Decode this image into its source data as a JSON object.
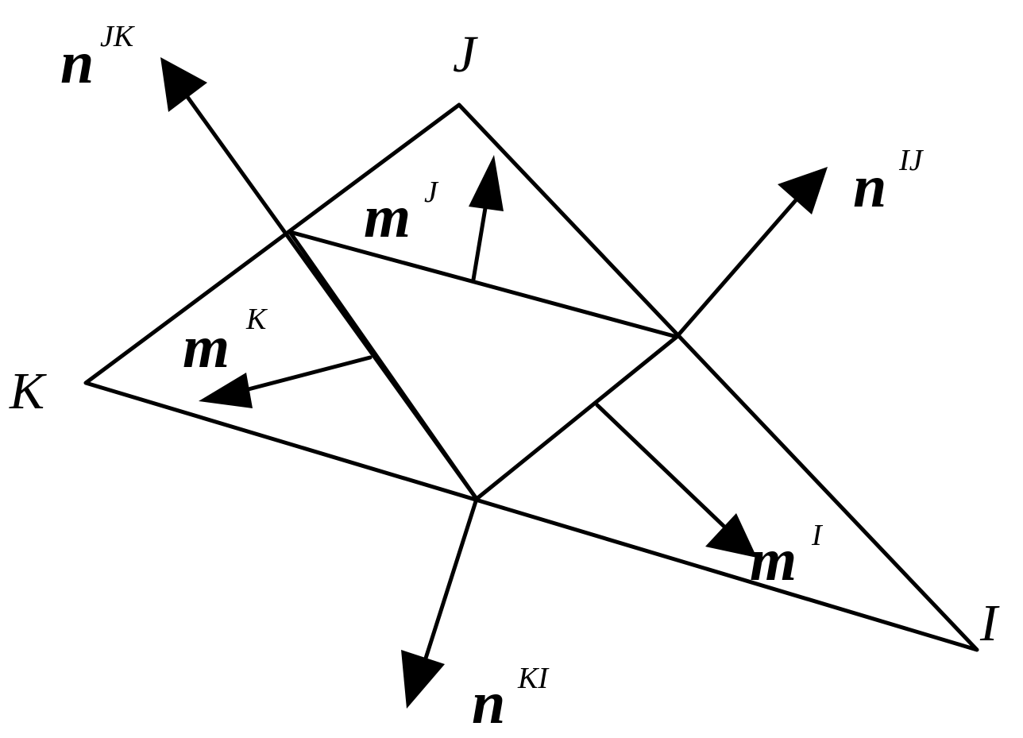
{
  "vertices": {
    "I": "I",
    "J": "J",
    "K": "K"
  },
  "normals": {
    "n_JK": {
      "base": "n",
      "sup": "JK"
    },
    "n_IJ": {
      "base": "n",
      "sup": "IJ"
    },
    "n_KI": {
      "base": "n",
      "sup": "KI"
    }
  },
  "median_vectors": {
    "m_J": {
      "base": "m",
      "sup": "J"
    },
    "m_K": {
      "base": "m",
      "sup": "K"
    },
    "m_I": {
      "base": "m",
      "sup": "I"
    }
  }
}
